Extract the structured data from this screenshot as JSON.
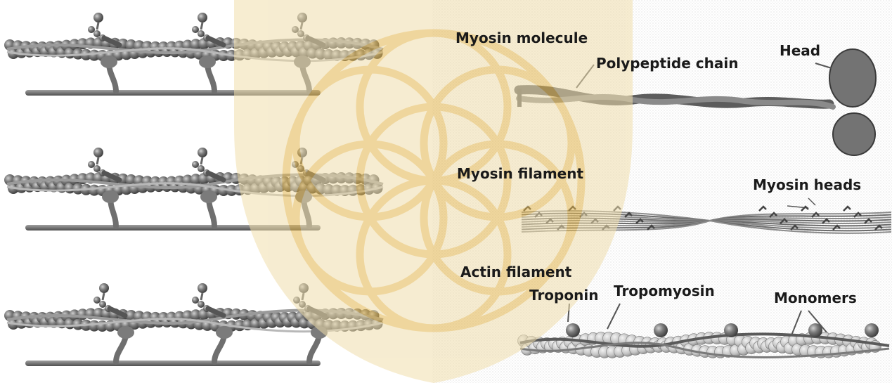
{
  "labels": {
    "myosin_molecule": "Myosin molecule",
    "polypeptide_chain": "Polypeptide chain",
    "head": "Head",
    "myosin_filament": "Myosin filament",
    "myosin_heads": "Myosin heads",
    "actin_filament": "Actin filament",
    "troponin": "Troponin",
    "tropomyosin": "Tropomyosin",
    "monomers": "Monomers"
  },
  "colors": {
    "background": "#ffffff",
    "watermark": "#e6c77a",
    "actin_bead": "#6e6e6e",
    "myosin_gray": "#7a7a7a",
    "light_bead": "#c9c9c9",
    "label_text": "#1a1a1a"
  },
  "watermark": {
    "shape": "seed-of-life-shield",
    "name": "watermark-logo"
  }
}
